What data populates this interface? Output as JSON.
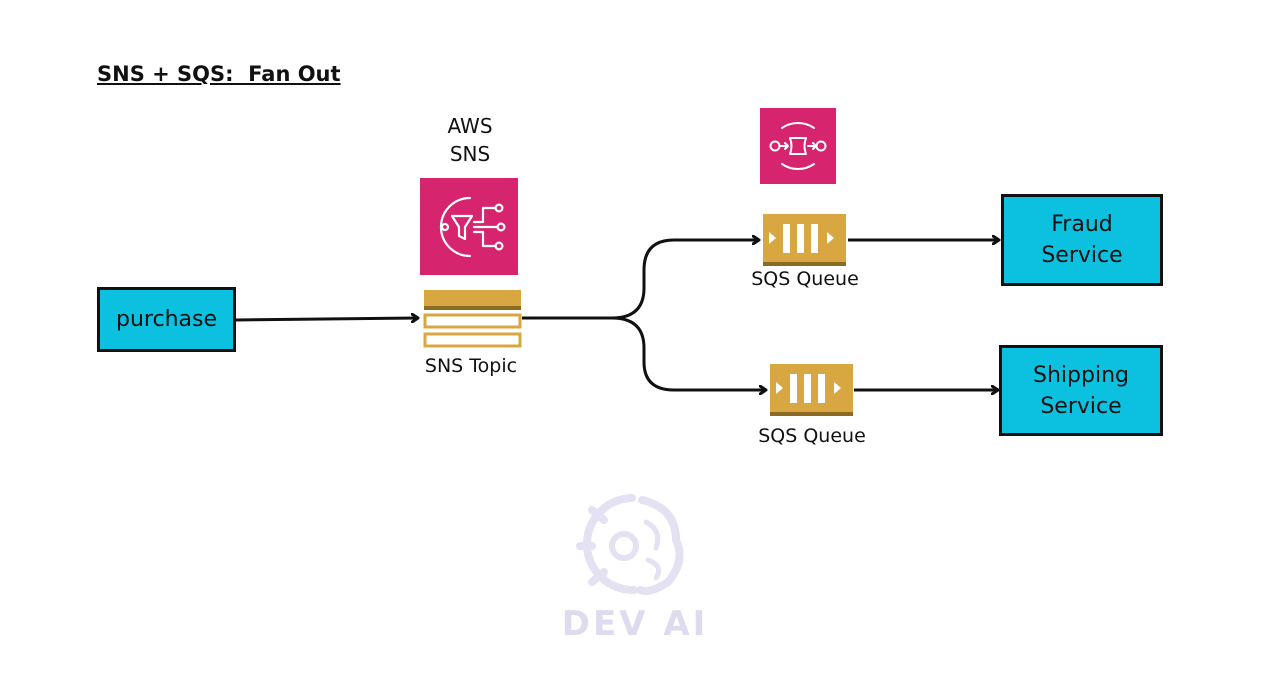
{
  "title": "SNS + SQS:  Fan Out",
  "sns_label": [
    "AWS",
    "SNS"
  ],
  "purchase_label": "purchase",
  "sns_topic_label": "SNS Topic",
  "queues": [
    {
      "label": "SQS Queue"
    },
    {
      "label": "SQS Queue"
    }
  ],
  "services": [
    {
      "line1": "Fraud",
      "line2": "Service"
    },
    {
      "line1": "Shipping",
      "line2": "Service"
    }
  ],
  "watermark": "DEV AI",
  "icons": [
    "sns-icon",
    "sqs-icon",
    "sns-topic-icon",
    "sqs-queue-icon",
    "dev-ai-logo"
  ],
  "colors": {
    "box_fill": "#0cc0df",
    "aws_pink": "#d6246e",
    "queue_gold": "#d9a741",
    "watermark": "#dedbee"
  }
}
